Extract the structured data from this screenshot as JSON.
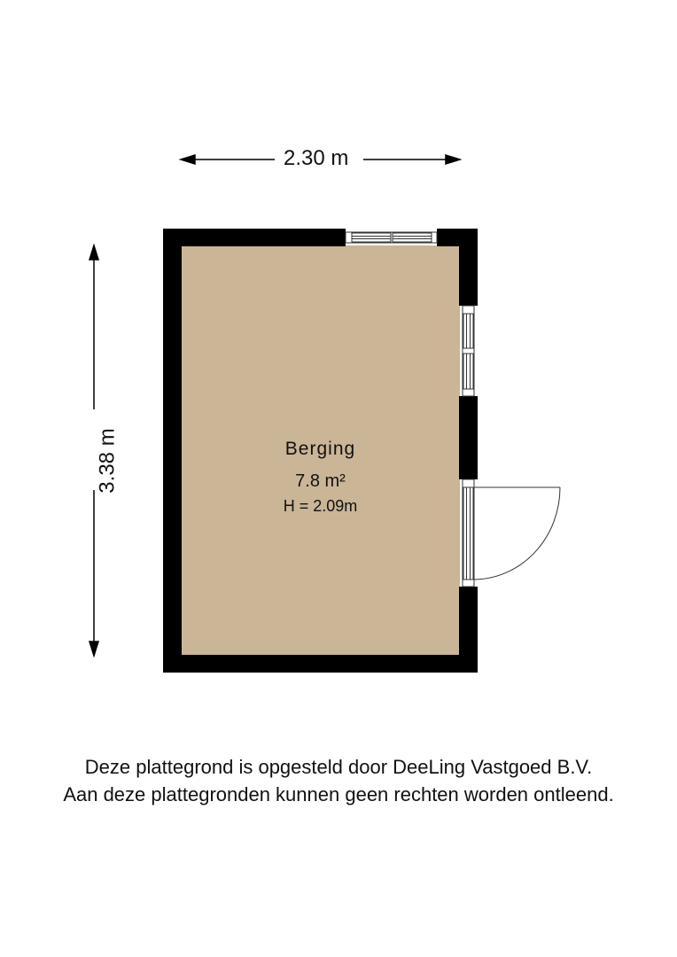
{
  "floorplan": {
    "dimensions": {
      "width_label": "2.30 m",
      "height_label": "3.38 m"
    },
    "room": {
      "name": "Berging",
      "area": "7.8 m²",
      "height": "H = 2.09m"
    },
    "colors": {
      "floor": "#cbb597",
      "wall": "#000000",
      "background": "#ffffff"
    }
  },
  "footer": {
    "line1": "Deze plattegrond is opgesteld door DeeLing Vastgoed B.V.",
    "line2": "Aan deze plattegronden kunnen geen rechten worden ontleend."
  }
}
